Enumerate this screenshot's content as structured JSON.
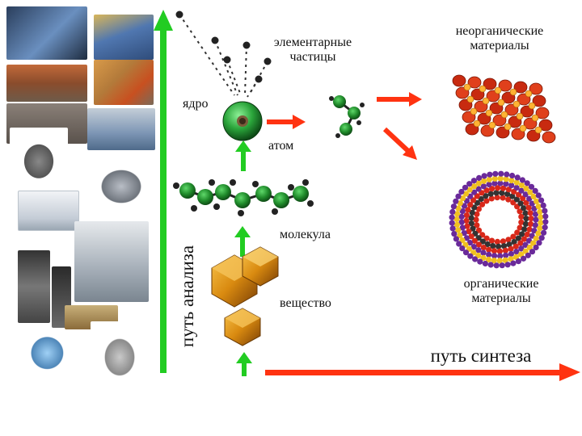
{
  "labels": {
    "elementary_particles": [
      "элементарные",
      "частицы"
    ],
    "inorganic_materials": [
      "неорганические",
      "материалы"
    ],
    "nucleus": "ядро",
    "atom": "атом",
    "molecule": "молекула",
    "substance": "вещество",
    "organic_materials": [
      "органические",
      "материалы"
    ],
    "analysis_path": "путь анализа",
    "synthesis_path": "путь синтеза"
  },
  "colors": {
    "analysis_arrow": "#22cc22",
    "synthesis_arrow": "#ff3311",
    "atom_green": "#1f8a2a",
    "particle": "#222222",
    "crystal": "#d98a10"
  },
  "photos": [
    {
      "name": "collider-tunnel-photo",
      "color": "#3a5c8c"
    },
    {
      "name": "accelerator-magnets-photo",
      "color": "#4b70a8"
    },
    {
      "name": "detector-hall-photo",
      "color": "#b55a2a"
    },
    {
      "name": "control-room-photo",
      "color": "#7a6e68"
    },
    {
      "name": "accelerator-hall-photo",
      "color": "#c98a4a"
    },
    {
      "name": "laboratory-workstation-photo",
      "color": "#9fb0c4"
    },
    {
      "name": "diffractometer-photo",
      "color": "#6e6e6e"
    },
    {
      "name": "goniometer-instrument-photo",
      "color": "#8a8e96"
    },
    {
      "name": "spectrometer-photo",
      "color": "#cdd4dc"
    },
    {
      "name": "electron-microscope-photo",
      "color": "#9aa4ae"
    },
    {
      "name": "digital-microscope-photo",
      "color": "#5a5a5a"
    },
    {
      "name": "optical-microscope-photo",
      "color": "#4a4a4a"
    },
    {
      "name": "caliper-photo",
      "color": "#8b6b3a"
    },
    {
      "name": "magnifier-loupe-photo",
      "color": "#4e86b8"
    },
    {
      "name": "dissecting-microscope-photo",
      "color": "#a0a0a0"
    }
  ]
}
